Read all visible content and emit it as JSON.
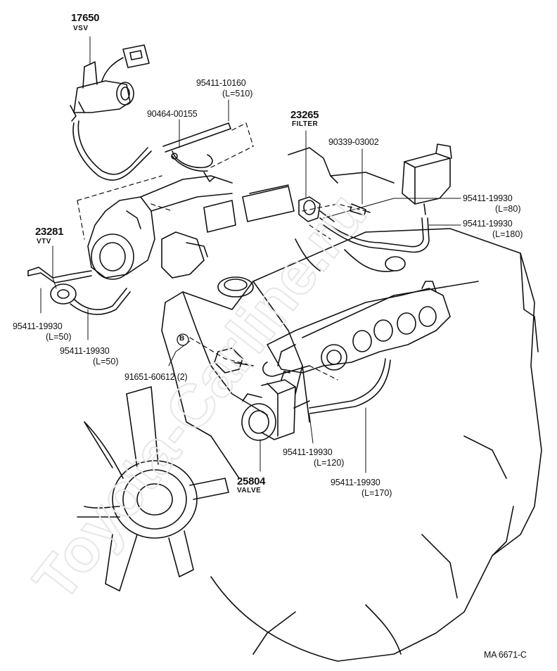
{
  "watermark": "Toyota-Carline.ru",
  "callouts": {
    "vsv": {
      "number": "17650",
      "name": "VSV"
    },
    "filter": {
      "number": "23265",
      "name": "FILTER"
    },
    "vtv": {
      "number": "23281",
      "name": "VTV"
    },
    "valve": {
      "number": "25804",
      "name": "VALVE"
    },
    "hose_510": {
      "number": "95411-10160",
      "length": "(L=510)"
    },
    "clamp": {
      "number": "90464-00155"
    },
    "plug": {
      "number": "90339-03002"
    },
    "hose_80": {
      "number": "95411-19930",
      "length": "(L=80)"
    },
    "hose_180": {
      "number": "95411-19930",
      "length": "(L=180)"
    },
    "hose_50a": {
      "number": "95411-19930",
      "length": "(L=50)"
    },
    "hose_50b": {
      "number": "95411-19930",
      "length": "(L=50)"
    },
    "bolt": {
      "number": "91651-60612",
      "qty": "(2)",
      "marker": "B"
    },
    "hose_120": {
      "number": "95411-19930",
      "length": "(L=120)"
    },
    "hose_170": {
      "number": "95411-19930",
      "length": "(L=170)"
    }
  },
  "figure_code": "MA 6671-C"
}
